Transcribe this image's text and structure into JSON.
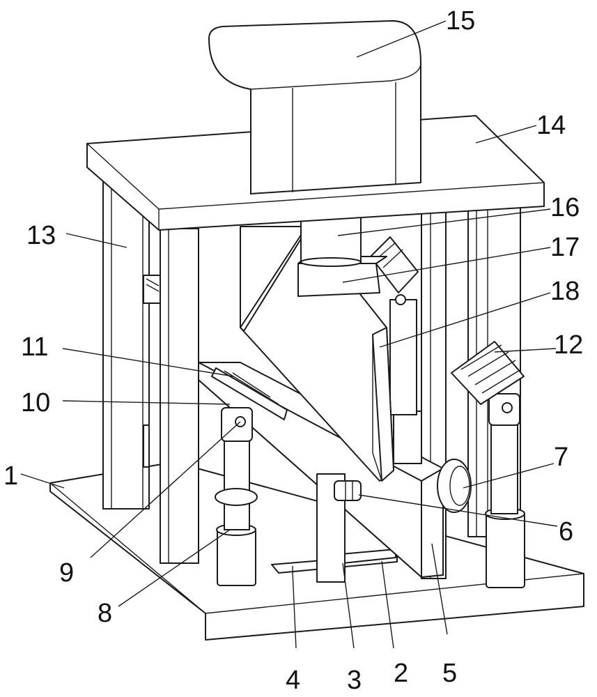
{
  "figure": {
    "labels": [
      {
        "id": "label-1",
        "text": "1"
      },
      {
        "id": "label-2",
        "text": "2"
      },
      {
        "id": "label-3",
        "text": "3"
      },
      {
        "id": "label-4",
        "text": "4"
      },
      {
        "id": "label-5",
        "text": "5"
      },
      {
        "id": "label-6",
        "text": "6"
      },
      {
        "id": "label-7",
        "text": "7"
      },
      {
        "id": "label-8",
        "text": "8"
      },
      {
        "id": "label-9",
        "text": "9"
      },
      {
        "id": "label-10",
        "text": "10"
      },
      {
        "id": "label-11",
        "text": "11"
      },
      {
        "id": "label-12",
        "text": "12"
      },
      {
        "id": "label-13",
        "text": "13"
      },
      {
        "id": "label-14",
        "text": "14"
      },
      {
        "id": "label-15",
        "text": "15"
      },
      {
        "id": "label-16",
        "text": "16"
      },
      {
        "id": "label-17",
        "text": "17"
      },
      {
        "id": "label-18",
        "text": "18"
      }
    ]
  }
}
